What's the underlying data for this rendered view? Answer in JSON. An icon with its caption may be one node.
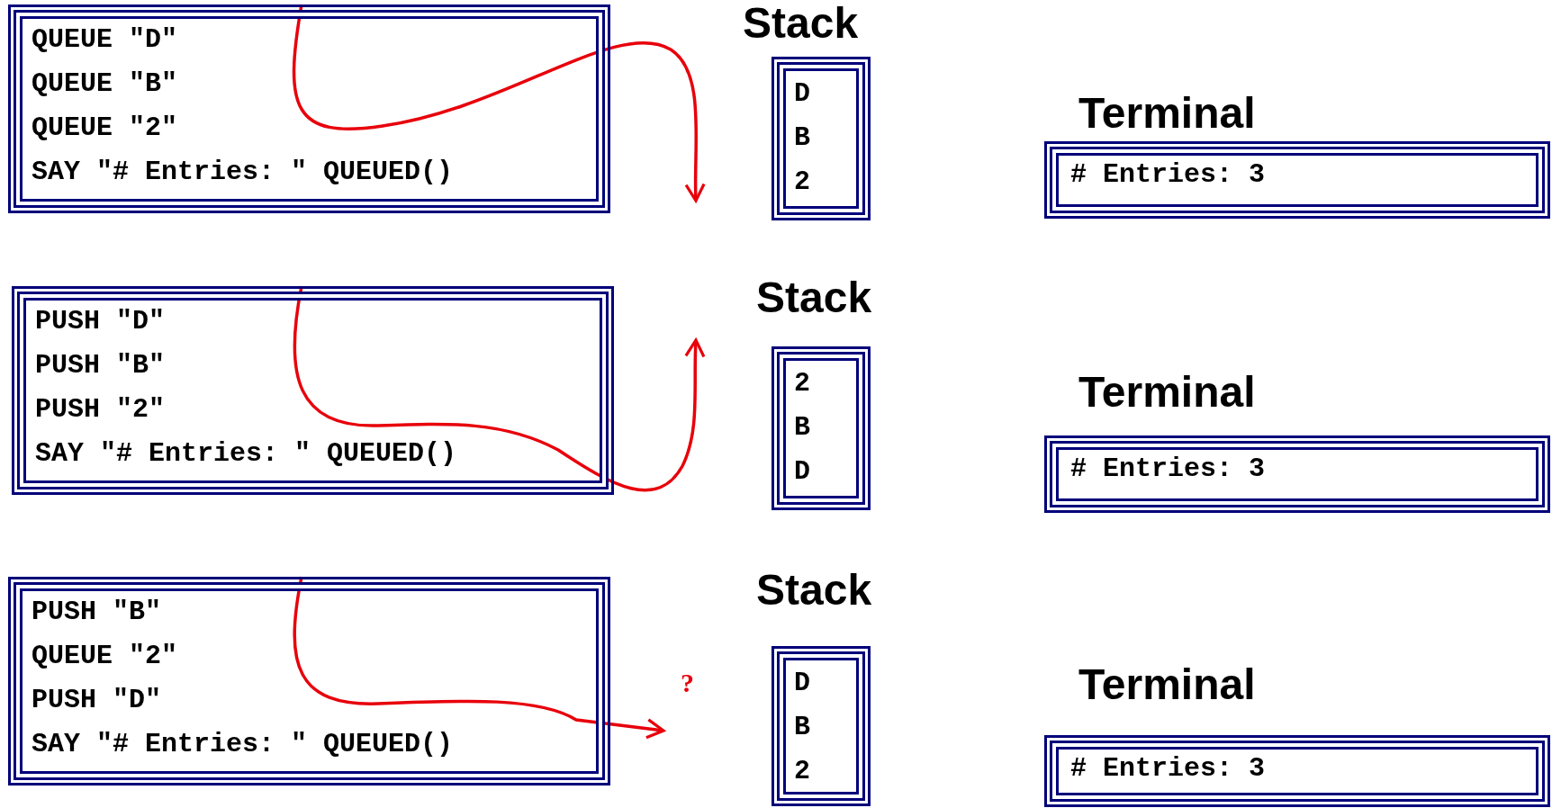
{
  "diagram": {
    "nodes": [
      {
        "text": [
          "QUEUE \"D\"",
          "QUEUE \"B\"",
          "QUEUE \"2\"",
          "SAY \"# Entries: \" QUEUED()"
        ]
      },
      {
        "text": [
          "Stack",
          "D",
          "B",
          "2"
        ]
      },
      {
        "text": [
          "Terminal",
          "# Entries: 3"
        ]
      },
      {
        "text": [
          "PUSH \"D\"",
          "PUSH \"B\"",
          "PUSH \"2\"",
          "SAY \"# Entries: \" QUEUED()"
        ]
      },
      {
        "text": [
          "Stack",
          "2",
          "B",
          "D"
        ]
      },
      {
        "text": [
          "Terminal",
          "# Entries: 3"
        ]
      },
      {
        "text": [
          "PUSH \"B\"",
          "QUEUE \"2\"",
          "PUSH \"D\"",
          "SAY \"# Entries: \" QUEUED()"
        ]
      },
      {
        "text": [
          "Stack",
          "D",
          "B",
          "2"
        ]
      },
      {
        "text": [
          "Terminal",
          "# Entries: 3"
        ]
      }
    ],
    "edges": [
      {
        "from": 0,
        "to": null,
        "arrow": "to"
      },
      {
        "from": 3,
        "to": null,
        "arrow": "to"
      },
      {
        "from": 6,
        "to": null,
        "arrow": "to"
      }
    ],
    "labels": [
      "?"
    ]
  }
}
